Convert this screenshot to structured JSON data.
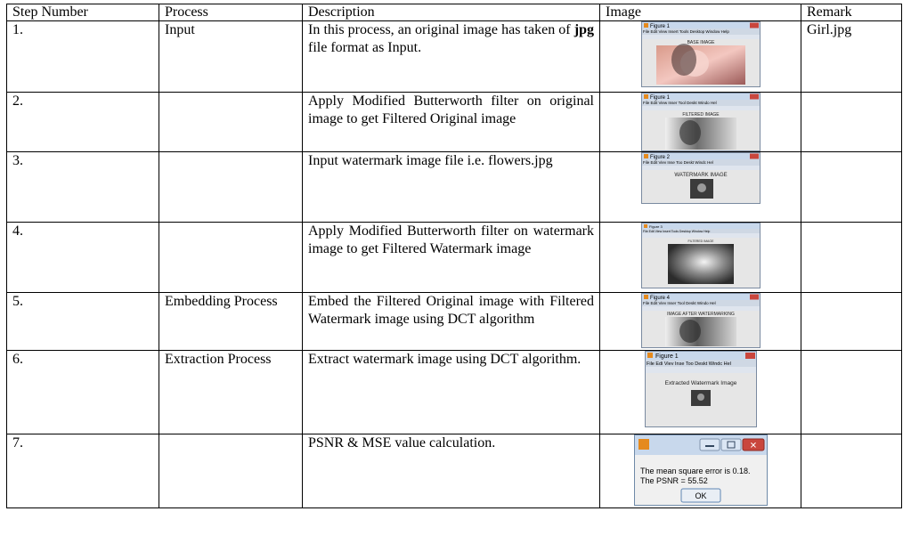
{
  "headers": [
    "Step Number",
    "Process",
    "Description",
    "Image",
    "Remark"
  ],
  "rows": [
    {
      "step": "1.",
      "process": "Input",
      "description_pre": "In this process, an original image has taken of ",
      "description_bold": "jpg",
      "description_post": " file format as Input.",
      "remark": "Girl.jpg",
      "thumb": {
        "window_title": "Figure 1",
        "menu": "File Edit View Insert Tools Desktop Window Help",
        "caption": "BASE IMAGE"
      }
    },
    {
      "step": "2.",
      "process": "",
      "description": "Apply Modified Butterworth filter on original image to get Filtered Original image",
      "remark": "",
      "thumb": {
        "window_title": "Figure 1",
        "menu": "File Edit View Inser Tool Deskt Windo Hel",
        "caption": "FILTERED IMAGE"
      }
    },
    {
      "step": "3.",
      "process": "",
      "description": "Input watermark image file i.e. flowers.jpg",
      "remark": "",
      "thumb": {
        "window_title": "Figure 2",
        "menu": "File Edit Viev Inse Too Deskt Windc Hel",
        "caption": "WATERMARK IMAGE"
      }
    },
    {
      "step": "4.",
      "process": "",
      "description": "Apply Modified Butterworth filter on watermark image to get Filtered Watermark image",
      "remark": "",
      "thumb": {
        "window_title": "Figure 3",
        "menu": "File Edit View Insert Tools Desktop Window Help",
        "caption": "FILTERED IMAGE"
      }
    },
    {
      "step": "5.",
      "process": "Embedding Process",
      "description": "Embed the Filtered Original image with Filtered Watermark image using DCT algorithm",
      "remark": "",
      "thumb": {
        "window_title": "Figure 4",
        "menu": "File Edit Viev Inser Tool Deskt Windo Hel",
        "caption": "IMAGE AFTER WATERMARKING"
      }
    },
    {
      "step": "6.",
      "process": "Extraction Process",
      "description": "Extract watermark image using DCT algorithm.",
      "remark": "",
      "thumb": {
        "window_title": "Figure 1",
        "menu": "File Edi Viev Inse Too Deskt Windc Hel",
        "caption": "Extracted Watermark Image"
      }
    },
    {
      "step": "7.",
      "process": "",
      "description": "PSNR & MSE value calculation.",
      "remark": "",
      "dialog": {
        "line1": "The mean square error is 0.18.",
        "line2": "The PSNR = 55.52",
        "ok_label": "OK"
      }
    }
  ],
  "colors": {
    "window_bg": "#cfd8e4",
    "title_bar": "#c8d8ec",
    "close_red": "#c9463d",
    "figure_gray": "#e6e6e6"
  }
}
